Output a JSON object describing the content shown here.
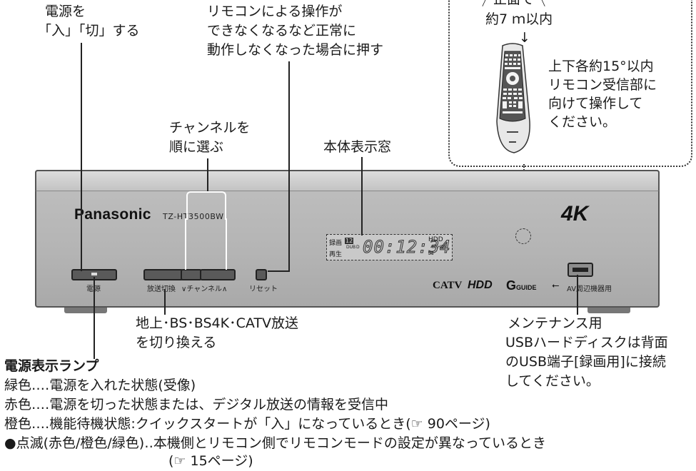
{
  "callouts": {
    "power_line1": "電源を",
    "power_line2": "「入」「切」する",
    "reset_line1": "リモコンによる操作が",
    "reset_line2": "できなくなるなど正常に",
    "reset_line3": "動作しなくなった場合に押す",
    "channel_line1": "チャンネルを",
    "channel_line2": "順に選ぶ",
    "display_label": "本体表示窓",
    "broadcast_line1": "地上･BS･BS4K･CATV放送",
    "broadcast_line2": "を切り換える",
    "maint_line1": "メンテナンス用",
    "maint_line2": "USBハードディスクは背面",
    "maint_line3": "のUSB端子[録画用]に接続",
    "maint_line4": "してください。"
  },
  "remote_box": {
    "front_text": "正面で",
    "distance_text": "約7 ｍ以内",
    "arrow": "↓",
    "angle_line1": "上下各約15°以内",
    "angle_line2": "リモコン受信部に",
    "angle_line3": "向けて操作して",
    "angle_line4": "ください。"
  },
  "device": {
    "brand": "Panasonic",
    "model": "TZ-HT3500BW",
    "badge_4k": "4K",
    "power_label": "電源",
    "switch_label": "放送切換",
    "channel_label": "∨チャンネル∧",
    "reset_label": "リセット",
    "usb_label": "AV周辺機器用",
    "logos": [
      "CATV",
      "HDD",
      "GUIDE"
    ],
    "display": {
      "rec": "録画",
      "rec_nums": "12",
      "dub": "DUB",
      "d": "D",
      "play": "再生",
      "time": "00:12:34",
      "hdd": "HDD",
      "hdr": "4K HDR"
    }
  },
  "lamp": {
    "title": "電源表示ランプ",
    "lines": [
      "緑色‥‥電源を入れた状態(受像)",
      "赤色‥‥電源を切った状態または、デジタル放送の情報を受信中",
      "橙色‥‥機能待機状態:クイックスタートが「入」になっているとき(☞ 90ページ)",
      "●点滅(赤色/橙色/緑色)‥本機側とリモコン側でリモコンモードの設定が異なっているとき",
      "(☞ 15ページ)"
    ]
  }
}
